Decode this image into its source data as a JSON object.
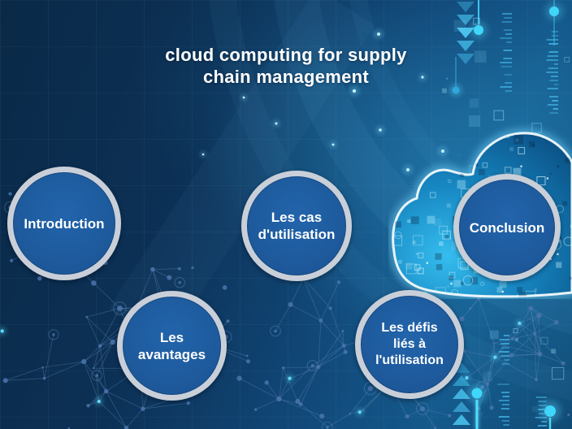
{
  "slide": {
    "title": {
      "line1": "cloud computing for supply",
      "line2": "chain management"
    }
  },
  "topics": [
    {
      "id": "introduction",
      "label": "Introduction",
      "lines": [
        "Introduction"
      ]
    },
    {
      "id": "les-avantages",
      "label": "Les avantages",
      "lines": [
        "Les",
        "avantages"
      ]
    },
    {
      "id": "les-cas-d-utilisation",
      "label": "Les cas d'utilisation",
      "lines": [
        "Les cas",
        "d'utilisation"
      ]
    },
    {
      "id": "les-defis",
      "label": "Les défis liés à l'utilisation",
      "lines": [
        "Les défis",
        "liés à",
        "l'utilisation"
      ]
    },
    {
      "id": "conclusion",
      "label": "Conclusion",
      "lines": [
        "Conclusion"
      ]
    }
  ],
  "colors": {
    "background_dark": "#0a2947",
    "background_light": "#14598b",
    "topic_fill": "#1e5b9e",
    "topic_ring": "#c9cfd8",
    "accent_cyan": "#3fd0f7",
    "cloud_edge": "#e8f4fa",
    "network_line": "#6a90bc",
    "text": "#ffffff"
  },
  "icons": {
    "cloud": "cloud-circuit-icon",
    "network": "network-constellation-pattern",
    "triangles_top": "triangle-column-down",
    "triangles_bottom": "triangle-column-up"
  }
}
